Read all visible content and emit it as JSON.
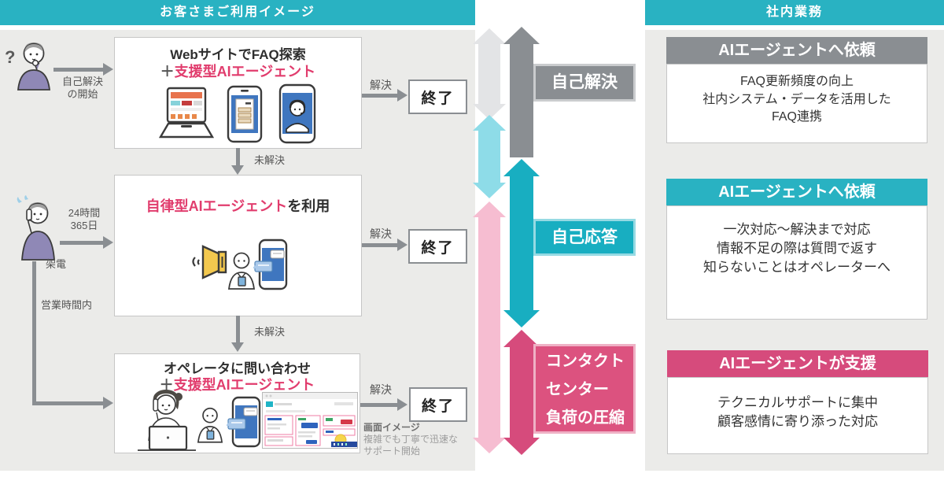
{
  "headers": {
    "customer": "お客さまご利用イメージ",
    "internal": "社内業務"
  },
  "colors": {
    "teal": "#29b2c2",
    "teal_arrow": "#18aec1",
    "gray": "#8a8e92",
    "magenta": "#d64b7c",
    "magenta_box": "#dc527f",
    "accent_pink_text": "#e13c6d",
    "light_gray_arrow": "#e3e4e6",
    "light_teal_arrow": "#8edce8",
    "light_pink_arrow": "#f6bdd1",
    "panel_gray": "#ebebe9"
  },
  "icons": {
    "thinking_person": "person-with-question-mark",
    "question_glyph": "?",
    "laptop": "laptop-with-website",
    "phone_faq": "smartphone-faq-list",
    "phone_support": "smartphone-support-agent",
    "caller_person": "person-calling-phone",
    "megaphone": "voice-speaker",
    "agent": "ai-agent-figure",
    "phone_chat": "smartphone-chat",
    "operator": "operator-with-laptop",
    "dashboard": "support-screen-image"
  },
  "left": {
    "start": {
      "line1": "自己解決",
      "line2": "の開始"
    },
    "caller": {
      "hours1": "24時間",
      "hours2": "365日",
      "call": "架電",
      "business": "営業時間内"
    },
    "rows": [
      {
        "title": "WebサイトでFAQ探索",
        "plus": "＋",
        "accent": "支援型AIエージェント",
        "unresolved": "未解決",
        "resolved": "解決",
        "end": "終了"
      },
      {
        "accent": "自律型AIエージェント",
        "rest": "を利用",
        "unresolved": "未解決",
        "resolved": "解決",
        "end": "終了"
      },
      {
        "title": "オペレータに問い合わせ",
        "plus": "＋",
        "accent": "支援型AIエージェント",
        "resolved": "解決",
        "end": "終了"
      }
    ],
    "note": {
      "title": "画面イメージ",
      "line1": "複雑でも丁寧で迅速な",
      "line2": "サポート開始"
    }
  },
  "middle": {
    "label1": "自己解決",
    "label2": "自己応答",
    "label3": {
      "l1": "コンタクト",
      "l2": "センター",
      "l3": "負荷の圧縮"
    }
  },
  "right": {
    "boxes": [
      {
        "header": "AIエージェントへ依頼",
        "l1": "FAQ更新頻度の向上",
        "l2": "社内システム・データを活用した",
        "l3": "FAQ連携"
      },
      {
        "header": "AIエージェントへ依頼",
        "l1": "一次対応〜解決まで対応",
        "l2": "情報不足の際は質問で返す",
        "l3": "知らないことはオペレーターへ"
      },
      {
        "header": "AIエージェントが支援",
        "l1": "テクニカルサポートに集中",
        "l2": "顧客感情に寄り添った対応"
      }
    ]
  }
}
